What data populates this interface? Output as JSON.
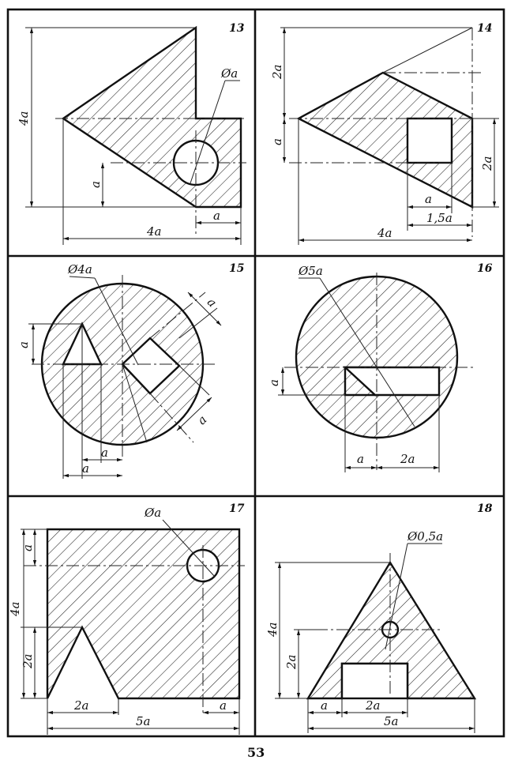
{
  "page_number": "53",
  "panels": [
    {
      "number": "13",
      "dims": {
        "height": "4a",
        "width": "4a",
        "offset": "a",
        "bottom": "a",
        "hole": "Øa"
      }
    },
    {
      "number": "14",
      "dims": {
        "top": "2a",
        "mid": "a",
        "right": "2a",
        "inner": "a",
        "step": "1,5a",
        "width": "4a"
      }
    },
    {
      "number": "15",
      "dims": {
        "diameter": "Ø4a",
        "left": "a",
        "slot_top": "a",
        "slot_bottom": "a",
        "bottom1": "a",
        "bottom2": "a"
      }
    },
    {
      "number": "16",
      "dims": {
        "diameter": "Ø5a",
        "left": "a",
        "b1": "a",
        "b2": "2a"
      }
    },
    {
      "number": "17",
      "dims": {
        "hole": "Øa",
        "top": "a",
        "height": "4a",
        "tri": "2a",
        "base": "2a",
        "width": "5a",
        "right": "a"
      }
    },
    {
      "number": "18",
      "dims": {
        "hole": "Ø0,5a",
        "height": "4a",
        "mid": "2a",
        "b1": "a",
        "b2": "2a",
        "width": "5a"
      }
    }
  ]
}
